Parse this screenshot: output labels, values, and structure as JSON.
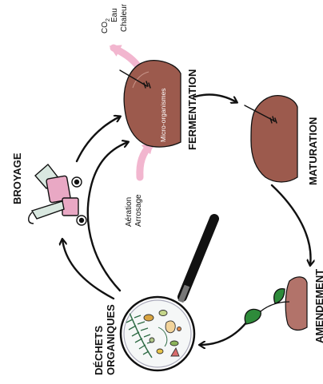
{
  "stages": {
    "broyage": "BROYAGE",
    "fermentation": "FERMENTATION",
    "maturation": "MATURATION",
    "amendement": "AMENDEMENT",
    "dechets_line1": "DÉCHETS",
    "dechets_line2": "ORGANIQUES"
  },
  "outputs": {
    "co2_base": "CO",
    "co2_sub": "2",
    "eau": "Eau",
    "chaleur": "Chaleur"
  },
  "inputs": {
    "aeration": "Aération",
    "arrosage": "Arrosage"
  },
  "pile_label": "Micro-organismes",
  "colors": {
    "pile_fill": "#9c5a4d",
    "pile_fill_light": "#c9968a",
    "pink_arrow": "#f2b6cf",
    "grinder_pink": "#e9a8c4",
    "leaf_green": "#2e8b3a",
    "ink": "#111111"
  },
  "icons": {
    "pile": "compost-pile-icon",
    "thermometer": "thermometer-icon",
    "grinder": "grinder-icon",
    "magnifier": "magnifying-glass-icon",
    "sprout": "sprout-icon"
  }
}
